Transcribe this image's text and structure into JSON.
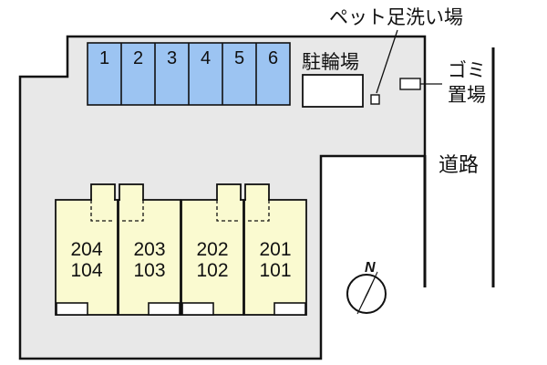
{
  "labels": {
    "pet_wash": "ペット足洗い場",
    "bicycle": "駐輪場",
    "garbage_line1": "ゴミ",
    "garbage_line2": "置場",
    "road": "道路",
    "north": "N"
  },
  "parking_spaces": [
    "1",
    "2",
    "3",
    "4",
    "5",
    "6"
  ],
  "units": [
    {
      "upper": "204",
      "lower": "104"
    },
    {
      "upper": "203",
      "lower": "103"
    },
    {
      "upper": "202",
      "lower": "102"
    },
    {
      "upper": "201",
      "lower": "101"
    }
  ],
  "colors": {
    "lot": "#e8e8e8",
    "parking": "#9cc4f2",
    "unit": "#fafad0",
    "outline": "#111111"
  }
}
